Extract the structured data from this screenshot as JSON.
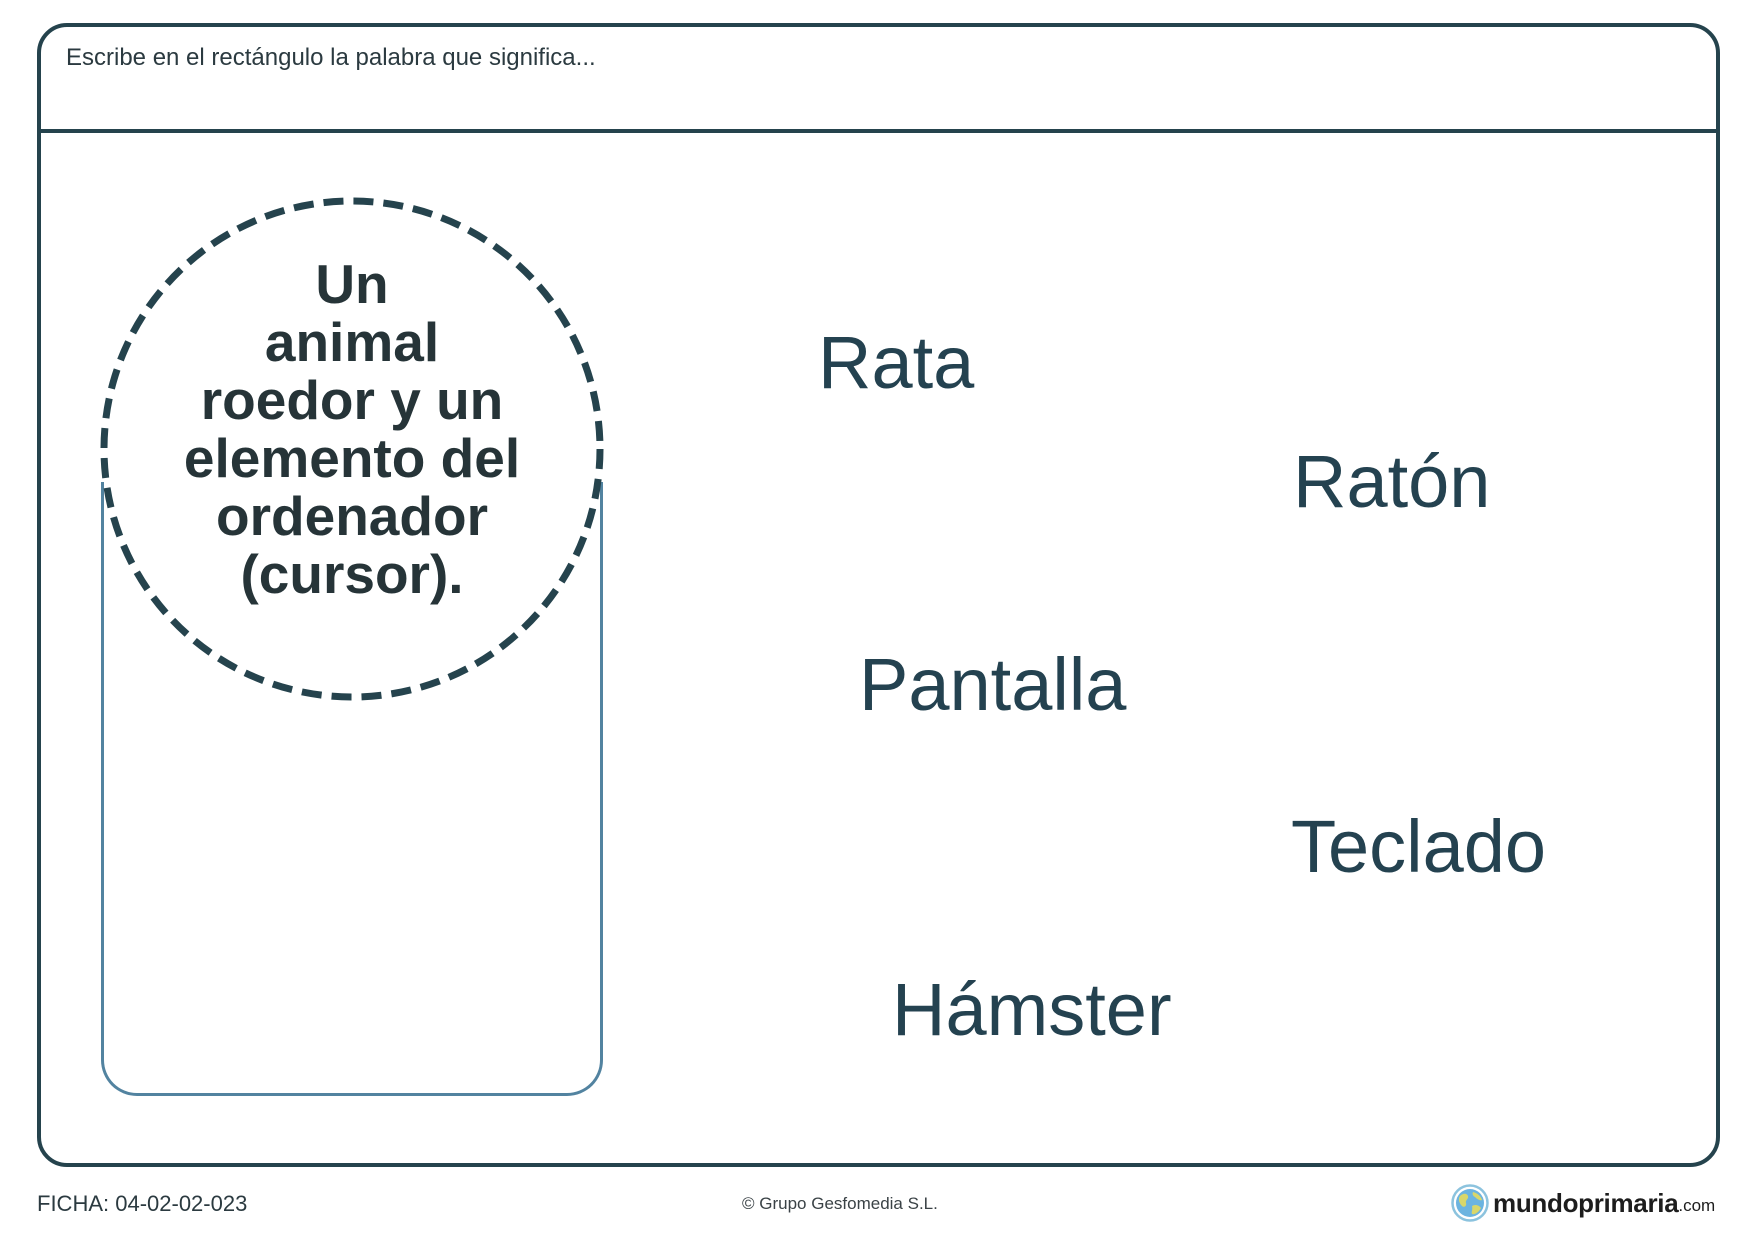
{
  "worksheet": {
    "instruction": "Escribe en el rectángulo la palabra que significa...",
    "clue": {
      "lines": [
        "Un",
        "animal",
        "roedor y un",
        "elemento del",
        "ordenador",
        "(cursor)."
      ]
    },
    "answer_box": {
      "value": ""
    },
    "options": [
      {
        "label": "Rata"
      },
      {
        "label": "Ratón"
      },
      {
        "label": "Pantalla"
      },
      {
        "label": "Teclado"
      },
      {
        "label": "Hámster"
      }
    ]
  },
  "footer": {
    "code": "FICHA: 04-02-02-023",
    "copyright": "© Grupo Gesfomedia S.L.",
    "logo": {
      "name": "mundoprimaria",
      "tld": ".com",
      "icon": "globe-icon"
    }
  },
  "colors": {
    "frame": "#25434d",
    "answer_box": "#5283a0",
    "text": "#2b3a40",
    "words": "#244250"
  }
}
